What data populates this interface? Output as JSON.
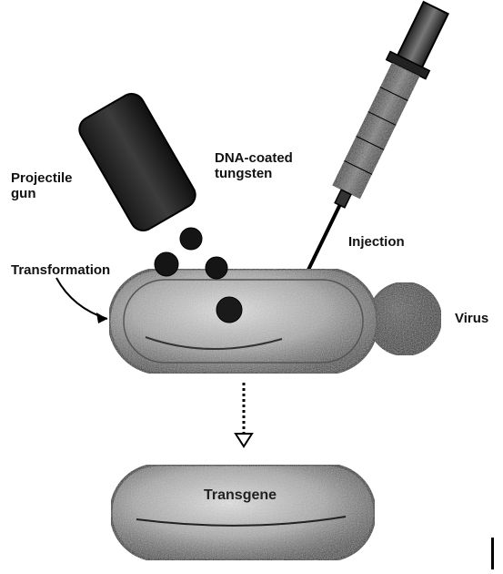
{
  "labels": {
    "projectile_gun": [
      "Projectile",
      "gun"
    ],
    "dna_coated_tungsten": [
      "DNA-coated",
      "tungsten"
    ],
    "injection": "Injection",
    "transformation": "Transformation",
    "virus": "Virus",
    "transgene": "Transgene"
  },
  "colors": {
    "ink": "#111111",
    "cell_fill": "#9a9a9a",
    "background": "#ffffff"
  },
  "icons": [
    "projectile-gun-icon",
    "syringe-icon",
    "virus-icon",
    "tungsten-particle-icon",
    "cell-icon",
    "transgenic-cell-icon",
    "down-arrow-icon"
  ]
}
